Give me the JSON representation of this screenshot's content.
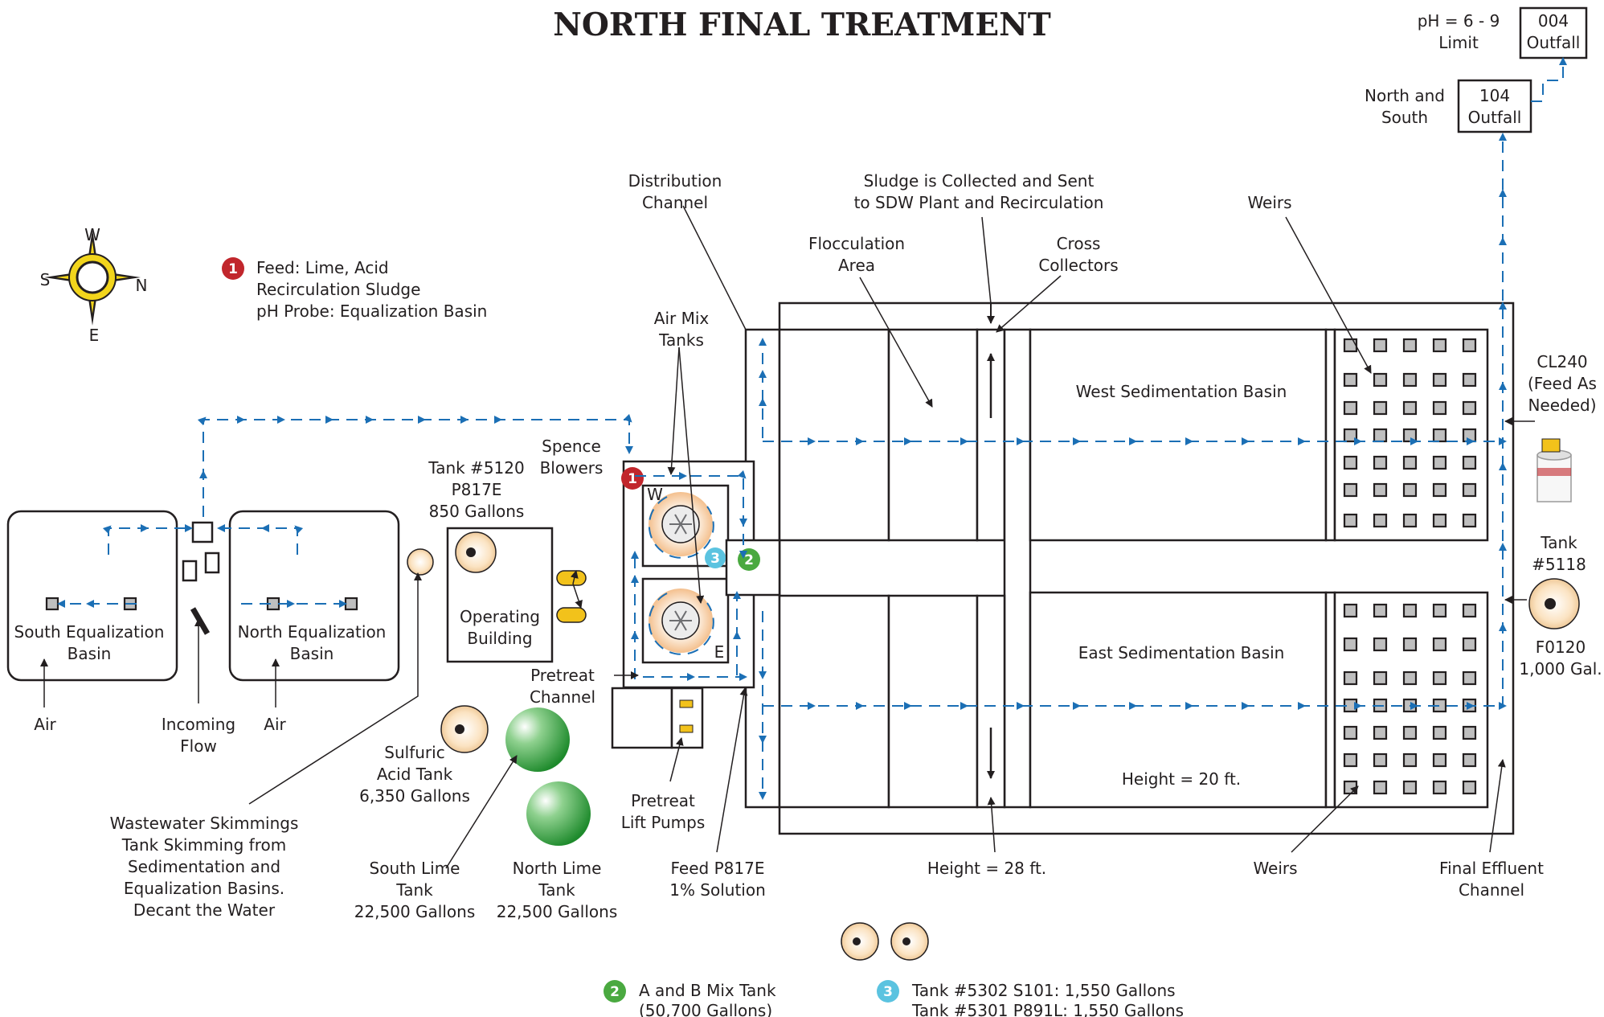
{
  "title": "NORTH FINAL TREATMENT",
  "colors": {
    "flow": "#1b6fb5",
    "badge1": "#c1262c",
    "badge2": "#4aa940",
    "badge3": "#5bc3e0",
    "lime": "#3aa541",
    "compass": "#f2d51c"
  },
  "compass": {
    "w": "W",
    "s": "S",
    "n": "N",
    "e": "E"
  },
  "feed_note": {
    "badge": "1",
    "line1": "Feed: Lime, Acid",
    "line2": "Recirculation Sludge",
    "line3": "pH Probe: Equalization Basin"
  },
  "outfall_004": {
    "line1": "004",
    "line2": "Outfall"
  },
  "outfall_104": {
    "line1": "104",
    "line2": "Outfall"
  },
  "ph_limit": {
    "line1": "pH = 6 - 9",
    "line2": "Limit"
  },
  "north_south": {
    "line1": "North and",
    "line2": "South"
  },
  "labels": {
    "distribution_channel": [
      "Distribution",
      "Channel"
    ],
    "sludge": [
      "Sludge is Collected and Sent",
      "to SDW Plant and Recirculation"
    ],
    "weirs_top": "Weirs",
    "flocculation": [
      "Flocculation",
      "Area"
    ],
    "cross_collectors": [
      "Cross",
      "Collectors"
    ],
    "air_mix": [
      "Air Mix",
      "Tanks"
    ],
    "west_basin": "West Sedimentation Basin",
    "east_basin": "East Sedimentation Basin",
    "height_20": "Height = 20 ft.",
    "height_28": "Height = 28 ft.",
    "weirs_bottom": "Weirs",
    "final_effluent": [
      "Final Effluent",
      "Channel"
    ],
    "cl240": [
      "CL240",
      "(Feed As",
      "Needed)"
    ],
    "tank_5118": [
      "Tank",
      "#5118"
    ],
    "f0120": [
      "F0120",
      "1,000 Gal."
    ],
    "tank_5120": [
      "Tank #5120",
      "P817E",
      "850 Gallons"
    ],
    "spence": [
      "Spence",
      "Blowers"
    ],
    "operating": [
      "Operating",
      "Building"
    ],
    "pretreat_channel": [
      "Pretreat",
      "Channel"
    ],
    "pretreat_pumps": [
      "Pretreat",
      "Lift Pumps"
    ],
    "feed_p817e": [
      "Feed P817E",
      "1% Solution"
    ],
    "south_eq": [
      "South Equalization",
      "Basin"
    ],
    "north_eq": [
      "North Equalization",
      "Basin"
    ],
    "air_left": "Air",
    "air_right": "Air",
    "incoming": [
      "Incoming",
      "Flow"
    ],
    "skimmings": [
      "Wastewater Skimmings",
      "Tank Skimming from",
      "Sedimentation and",
      "Equalization Basins.",
      "Decant the Water"
    ],
    "sulfuric": [
      "Sulfuric",
      "Acid Tank",
      "6,350 Gallons"
    ],
    "south_lime": [
      "South Lime",
      "Tank",
      "22,500 Gallons"
    ],
    "north_lime": [
      "North Lime",
      "Tank",
      "22,500 Gallons"
    ],
    "mix_w": "W",
    "mix_e": "E"
  },
  "legend2": {
    "badge": "2",
    "line1": "A and B Mix Tank",
    "line2": "(50,700 Gallons)"
  },
  "legend3": {
    "badge": "3",
    "line1": "Tank #5302 S101: 1,550 Gallons",
    "line2": "Tank #5301 P891L: 1,550 Gallons"
  }
}
